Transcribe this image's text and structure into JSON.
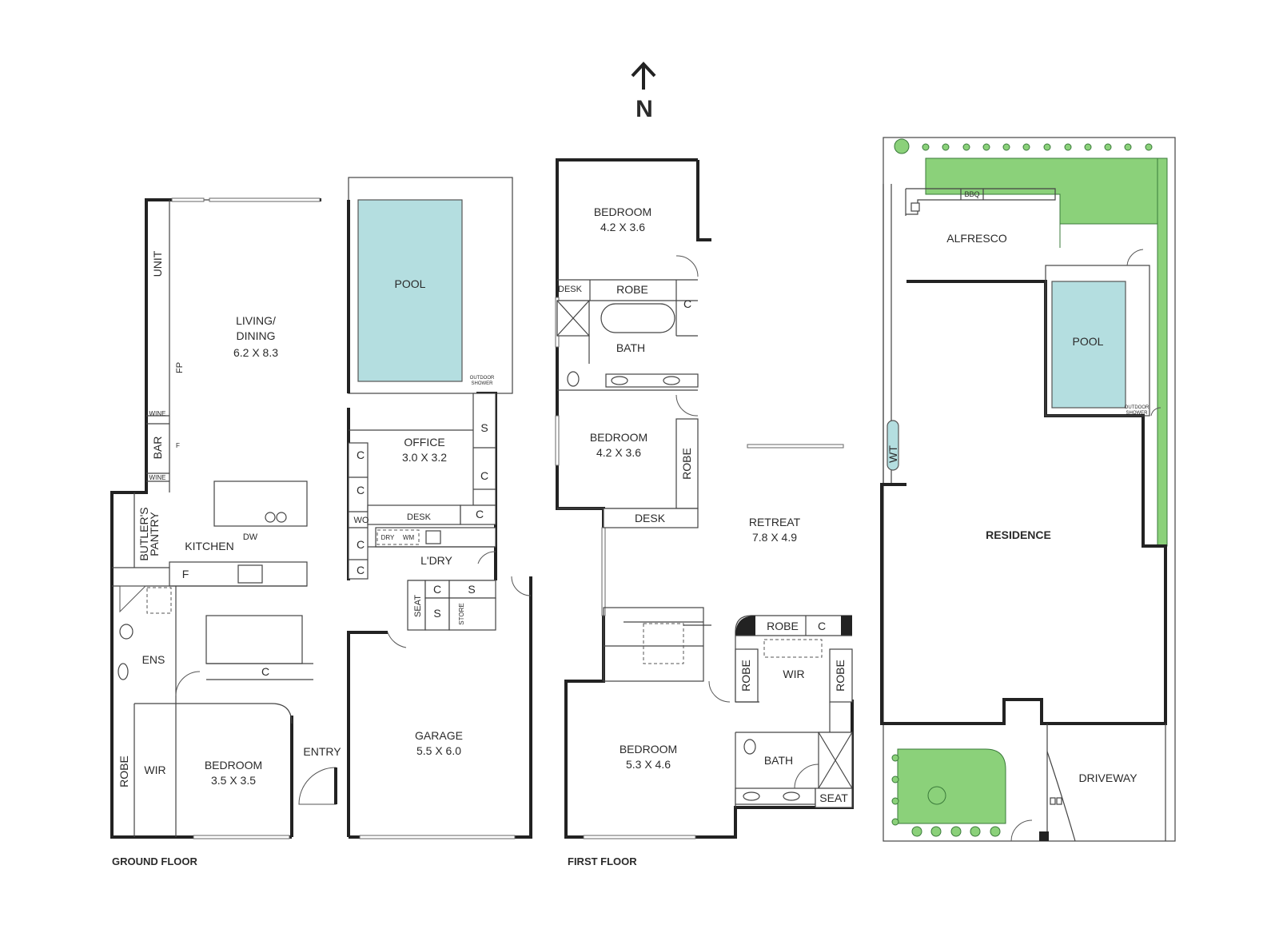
{
  "compass": {
    "label": "N"
  },
  "floors": {
    "ground": {
      "title": "GROUND FLOOR",
      "rooms": {
        "living": "LIVING/",
        "living2": "DINING",
        "living_dim": "6.2 X 8.3",
        "unit": "UNIT",
        "fp": "FP",
        "wine1": "WINE",
        "bar": "BAR",
        "bar_f": "F",
        "wine2": "WINE",
        "butlers": "BUTLER'S",
        "pantry": "PANTRY",
        "kitchen": "KITCHEN",
        "dw": "DW",
        "fridge": "F",
        "ens": "ENS",
        "robe": "ROBE",
        "wir": "WIR",
        "bedroom": "BEDROOM",
        "bedroom_dim": "3.5 X 3.5",
        "entry": "ENTRY",
        "c_stair": "C",
        "pool": "POOL",
        "outdoor": "OUTDOOR",
        "shower": "SHOWER",
        "office": "OFFICE",
        "office_dim": "3.0 X 3.2",
        "s1": "S",
        "c1": "C",
        "c2": "C",
        "c3": "C",
        "c4": "C",
        "c5": "C",
        "c6": "C",
        "wo": "WO",
        "desk": "DESK",
        "dry": "DRY",
        "wm": "WM",
        "ldry": "L'DRY",
        "seat": "SEAT",
        "c7": "C",
        "s2": "S",
        "s3": "S",
        "store": "STORE",
        "garage": "GARAGE",
        "garage_dim": "5.5 X 6.0"
      }
    },
    "first": {
      "title": "FIRST FLOOR",
      "rooms": {
        "bed1": "BEDROOM",
        "bed1_dim": "4.2 X 3.6",
        "desk1": "DESK",
        "robe1": "ROBE",
        "c1": "C",
        "bath1": "BATH",
        "bed2": "BEDROOM",
        "bed2_dim": "4.2 X 3.6",
        "robe2": "ROBE",
        "desk2": "DESK",
        "retreat": "RETREAT",
        "retreat_dim": "7.8 X 4.9",
        "robe3": "ROBE",
        "c2": "C",
        "robe4": "ROBE",
        "robe5": "ROBE",
        "wir": "WIR",
        "bed3": "BEDROOM",
        "bed3_dim": "5.3 X 4.6",
        "bath2": "BATH",
        "seat": "SEAT"
      }
    },
    "site": {
      "rooms": {
        "bbq": "BBQ",
        "alfresco": "ALFRESCO",
        "pool": "POOL",
        "outdoor": "OUTDOOR",
        "shower": "SHOWER",
        "wt": "WT",
        "residence": "RESIDENCE",
        "driveway": "DRIVEWAY"
      }
    }
  },
  "colors": {
    "pool": "#b4dee0",
    "lawn": "#8bd17a",
    "wall": "#222222"
  }
}
